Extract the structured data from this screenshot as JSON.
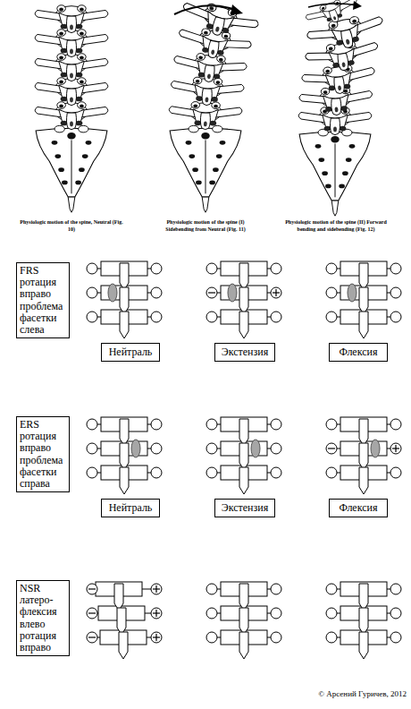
{
  "diagram": {
    "nodes": [
      {
        "text": [
          "FRS ротация вправо проблема фасетки слева"
        ]
      },
      {
        "text": [
          "Нейтраль"
        ]
      },
      {
        "text": [
          "Экстензия"
        ]
      },
      {
        "text": [
          "Флексия"
        ]
      },
      {
        "text": [
          "ERS ротация вправо проблема фасетки справа"
        ]
      },
      {
        "text": [
          "Нейтраль"
        ]
      },
      {
        "text": [
          "Экстензия"
        ]
      },
      {
        "text": [
          "Флексия"
        ]
      },
      {
        "text": [
          "NSR латеро-флексия влево ротация вправо"
        ]
      }
    ],
    "labels": [
      "Physiologic motion of the spine, Neutral (Fig. 10)",
      "Physiologic motion of the spine (I) Sidebending from Neutral (Fig. 11)",
      "Physiologic motion of the spine (II) Forward bending and sidebending (Fig. 12)",
      "© Арсений Гуричев, 2012"
    ]
  }
}
